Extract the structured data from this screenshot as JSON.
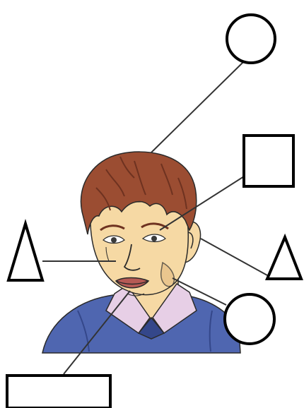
{
  "figure": {
    "subject": "boy-portrait",
    "colors": {
      "hair": "#9b4d32",
      "hair_dark": "#6e3220",
      "skin": "#f6d9a4",
      "skin_shade": "#e6bf86",
      "lips": "#b65a55",
      "collar": "#e7cfe6",
      "sweater": "#4f66b0",
      "sweater_dark": "#34478a",
      "outline": "#2a2a2a"
    }
  },
  "labels": [
    {
      "id": "top-circle",
      "shape": "circle",
      "icon": "circle-icon",
      "points_to": "hair",
      "text": ""
    },
    {
      "id": "upper-square",
      "shape": "square",
      "icon": "square-icon",
      "points_to": "eyebrow",
      "text": ""
    },
    {
      "id": "right-triangle",
      "shape": "triangle",
      "icon": "triangle-icon",
      "points_to": "ear",
      "text": ""
    },
    {
      "id": "right-circle",
      "shape": "circle",
      "icon": "circle-icon",
      "points_to": "chin",
      "text": ""
    },
    {
      "id": "left-triangle",
      "shape": "triangle",
      "icon": "triangle-icon",
      "points_to": "nose",
      "text": ""
    },
    {
      "id": "bottom-rectangle",
      "shape": "rectangle",
      "icon": "rectangle-icon",
      "points_to": "mouth",
      "text": ""
    }
  ],
  "style": {
    "line_color": "#333333",
    "box_stroke": "#000000"
  }
}
